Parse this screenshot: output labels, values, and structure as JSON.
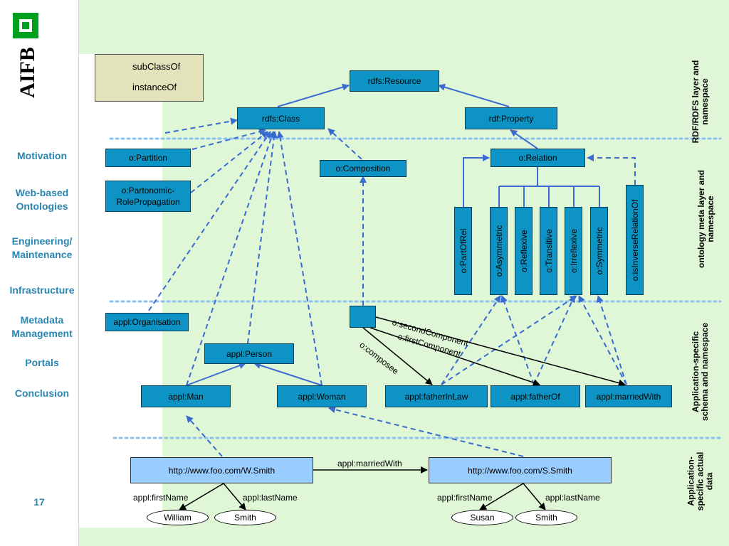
{
  "sidebar": {
    "logo": "AIFB",
    "nav": [
      "Motivation",
      "Web-based Ontologies",
      "Engineering/ Maintenance",
      "Infrastructure",
      "Metadata Management",
      "Portals",
      "Conclusion"
    ],
    "page_number": "17"
  },
  "legend": {
    "subclass": "subClassOf",
    "instance": "instanceOf"
  },
  "layers": {
    "rdf": "RDF/RDFS layer and namespace",
    "ontology": "ontology meta layer and namespace",
    "schema": "Application-specific schema and namespace",
    "data": "Application- specific actual data"
  },
  "nodes": {
    "resource": "rdfs:Resource",
    "class": "rdfs:Class",
    "property": "rdf:Property",
    "partition": "o:Partition",
    "partonomic": "o:Partonomic- RolePropagation",
    "composition": "o:Composition",
    "relation": "o:Relation",
    "partofrel": "o:PartOfRel",
    "asymmetric": "o:Asymmetric",
    "reflexive": "o:Reflexive",
    "transitive": "o:Transitive",
    "irreflexive": "o:Irreflexive",
    "symmetric": "o:Symmetric",
    "isinverse": "o:isInverseRelationOf",
    "organisation": "appl:Organisation",
    "person": "appl:Person",
    "man": "appl:Man",
    "woman": "appl:Woman",
    "fatherinlaw": "appl:fatherInLaw",
    "fatherof": "appl:fatherOf",
    "marriedwith": "appl:marriedWith",
    "wsmith": "http://www.foo.com/W.Smith",
    "ssmith": "http://www.foo.com/S.Smith",
    "william": "William",
    "smith1": "Smith",
    "susan": "Susan",
    "smith2": "Smith"
  },
  "edges": {
    "second_component": "o:secondComponent",
    "first_component": "o:firstComponent",
    "composee": "o:composee",
    "married_with": "appl:marriedWith",
    "first_name_1": "appl:firstName",
    "last_name_1": "appl:lastName",
    "first_name_2": "appl:firstName",
    "last_name_2": "appl:lastName"
  },
  "colors": {
    "box": "#0e94c4",
    "green": "#dff7d6",
    "line": "#3a6bd1",
    "nav": "#2a86b0",
    "legend": "#e2e3bb",
    "url": "#99ccff"
  }
}
